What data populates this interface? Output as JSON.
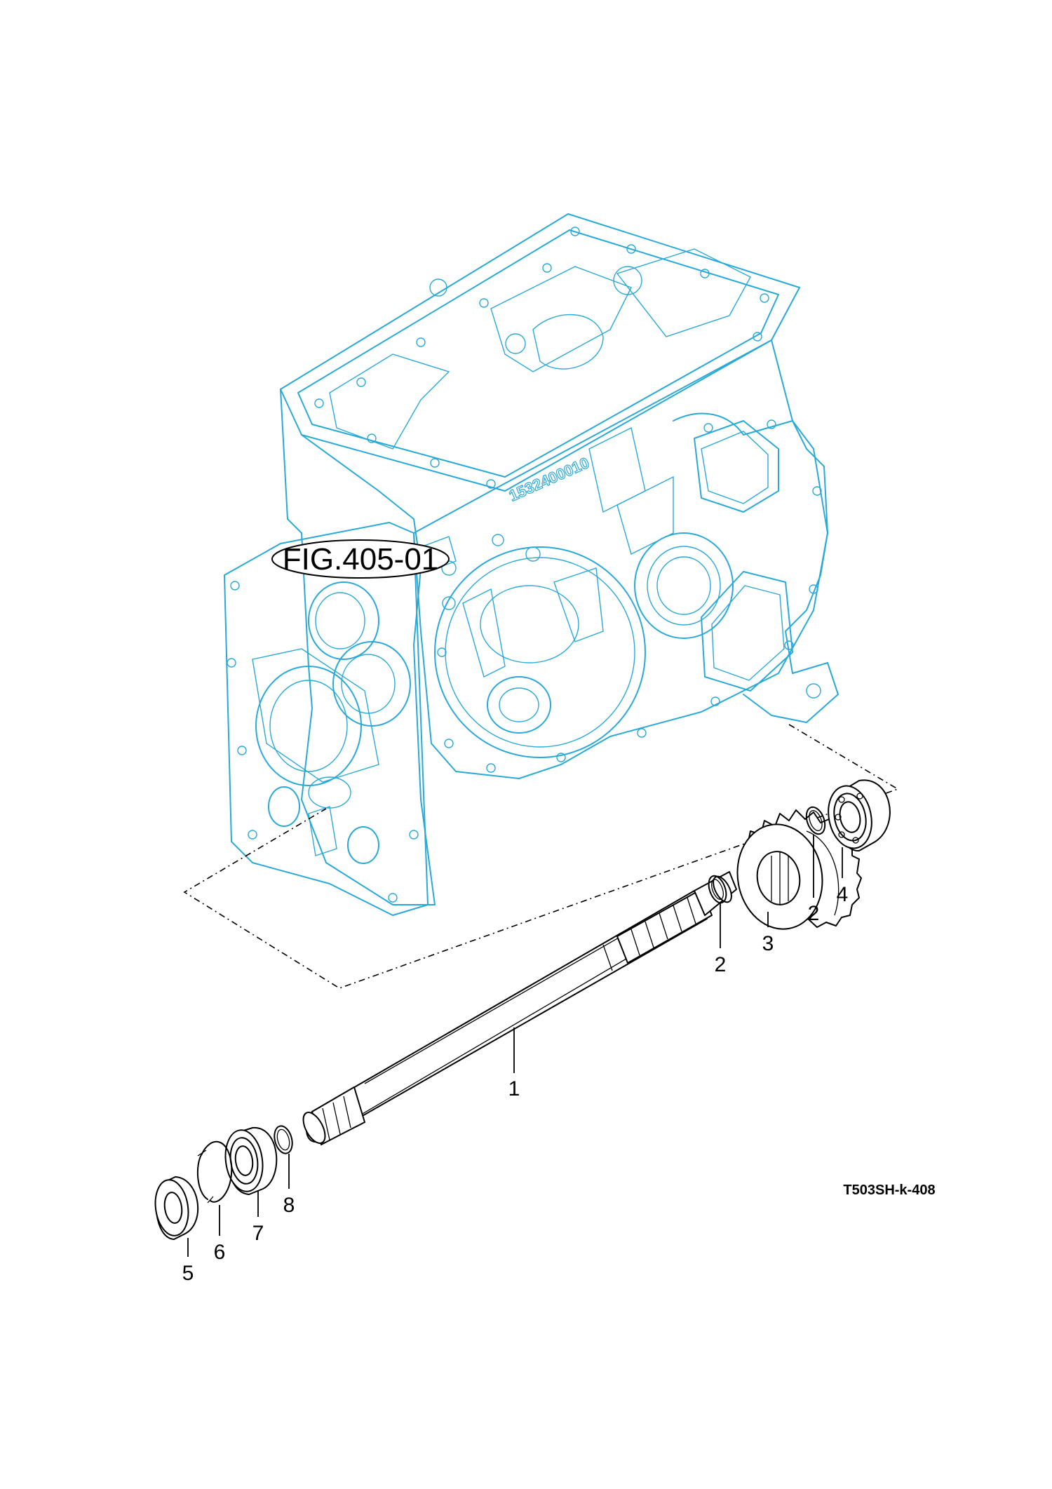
{
  "figure_ref": "FIG.405-01",
  "housing_casting_number": "1532400010",
  "drawing_code": "T503SH-k-408",
  "callouts": {
    "c1": "1",
    "c2a": "2",
    "c2b": "2",
    "c3": "3",
    "c4": "4",
    "c5": "5",
    "c6": "6",
    "c7": "7",
    "c8": "8"
  },
  "colors": {
    "housing_outline": "#29a9d8",
    "parts_outline": "#000000",
    "background": "#ffffff"
  }
}
